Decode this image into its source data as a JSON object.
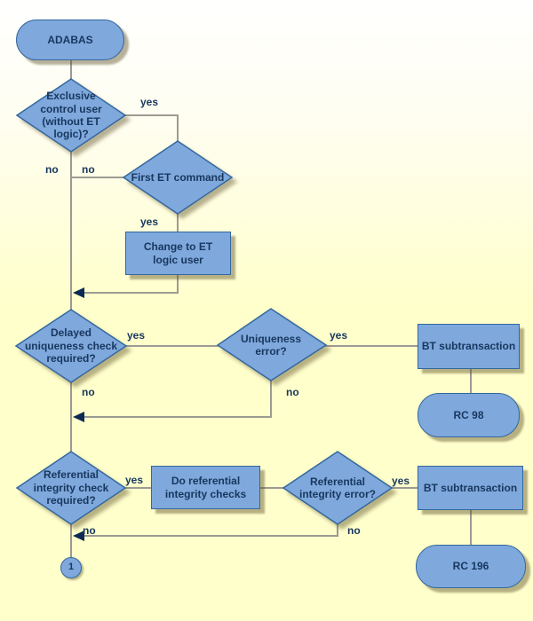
{
  "colors": {
    "node_fill": "#7FA8DC",
    "node_border": "#33689E",
    "text": "#17375E",
    "line": "#9B9B93",
    "arrow": "#0E2A52",
    "background_top": "#FFFFFF",
    "background_bottom": "#FFFFCC",
    "shadow": "rgba(95,82,40,0.45)"
  },
  "nodes": {
    "adabas": {
      "label": "ADABAS",
      "type": "start-terminator"
    },
    "exclusive_control_user": {
      "label": "Exclusive\ncontrol user\n(without ET\nlogic)?",
      "type": "decision"
    },
    "first_et_command": {
      "label": "First ET command",
      "type": "decision"
    },
    "change_to_et_logic_user": {
      "label": "Change to ET\nlogic user",
      "type": "process"
    },
    "delayed_uniqueness_check": {
      "label": "Delayed\nuniqueness check\nrequired?",
      "type": "decision"
    },
    "uniqueness_error": {
      "label": "Uniqueness\nerror?",
      "type": "decision"
    },
    "bt_subtransaction_1": {
      "label": "BT subtransaction",
      "type": "process"
    },
    "rc_98": {
      "label": "RC 98",
      "type": "terminator"
    },
    "referential_integrity_check": {
      "label": "Referential\nintegrity check\nrequired?",
      "type": "decision"
    },
    "do_referential_checks": {
      "label": "Do referential\nintegrity checks",
      "type": "process"
    },
    "referential_integrity_error": {
      "label": "Referential\nintegrity error?",
      "type": "decision"
    },
    "bt_subtransaction_2": {
      "label": "BT subtransaction",
      "type": "process"
    },
    "rc_196": {
      "label": "RC 196",
      "type": "terminator"
    },
    "connector_1": {
      "label": "1",
      "type": "off-page-connector"
    }
  },
  "edge_labels": {
    "exclusive_yes": "yes",
    "exclusive_no": "no",
    "first_et_no": "no",
    "first_et_yes": "yes",
    "delayed_yes": "yes",
    "delayed_no": "no",
    "uniqueness_yes": "yes",
    "uniqueness_no": "no",
    "ref_check_yes": "yes",
    "ref_check_no": "no",
    "ref_error_yes": "yes",
    "ref_error_no": "no"
  }
}
